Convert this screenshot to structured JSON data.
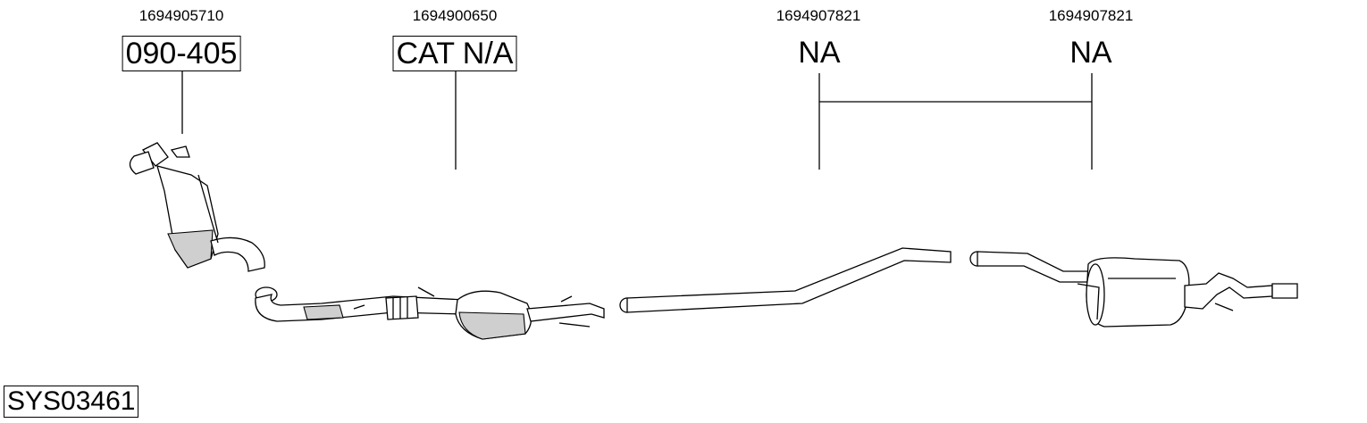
{
  "diagram": {
    "parts": [
      {
        "part_number": "1694905710",
        "label": "090-405",
        "boxed": true
      },
      {
        "part_number": "1694900650",
        "label": "CAT N/A",
        "boxed": true
      },
      {
        "part_number": "1694907821",
        "label": "NA",
        "boxed": false
      },
      {
        "part_number": "1694907821",
        "label": "NA",
        "boxed": false
      }
    ],
    "system_code": "SYS03461"
  }
}
